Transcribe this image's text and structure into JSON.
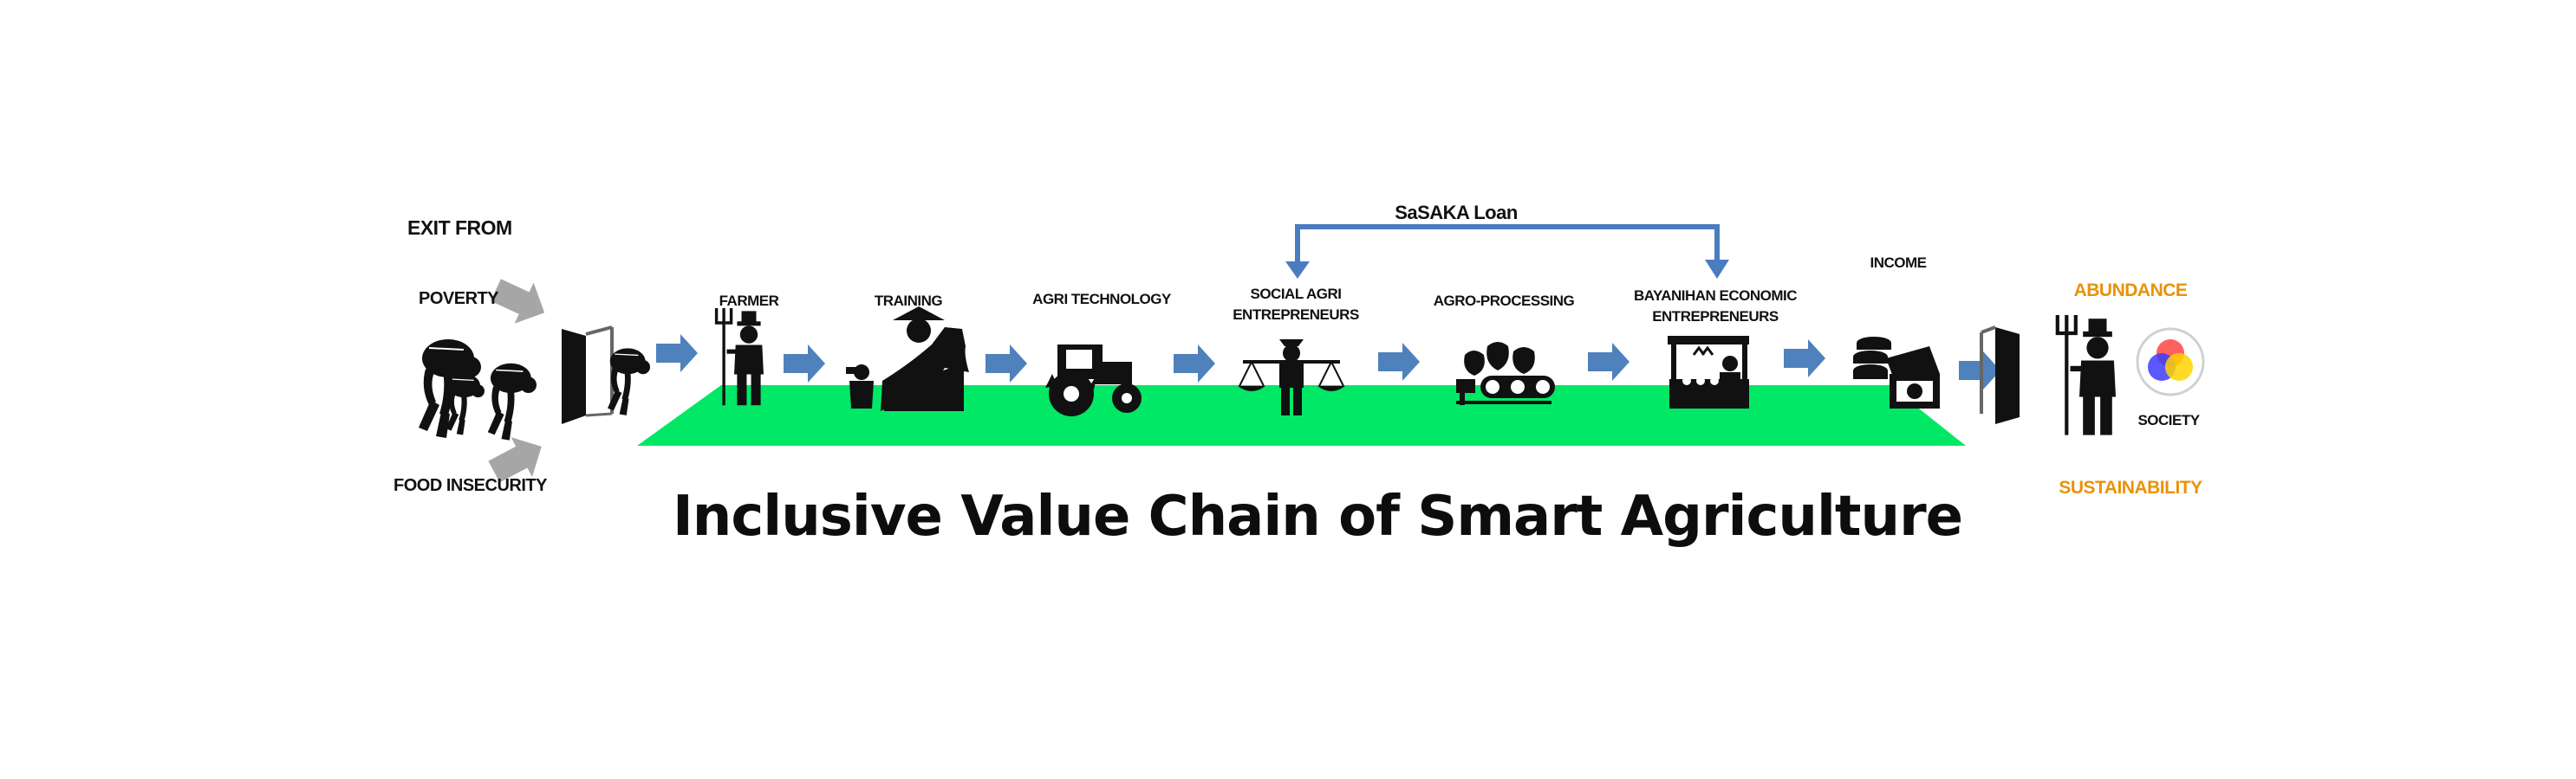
{
  "exit": {
    "heading": "EXIT FROM",
    "poverty": "POVERTY",
    "food_insecurity": "FOOD INSECURITY"
  },
  "loan": {
    "label": "SaSAKA Loan"
  },
  "chain": {
    "farmer": "FARMER",
    "training": "TRAINING",
    "agri_technology": "AGRI TECHNOLOGY",
    "social_agri_line1": "SOCIAL AGRI",
    "social_agri_line2": "ENTREPRENEURS",
    "agro_processing": "AGRO-PROCESSING",
    "bayanihan_line1": "BAYANIHAN ECONOMIC",
    "bayanihan_line2": "ENTREPRENEURS",
    "income": "INCOME"
  },
  "outcome": {
    "abundance": "ABUNDANCE",
    "society": "SOCIETY",
    "sustainability": "SUSTAINABILITY"
  },
  "title": "Inclusive Value Chain of Smart Agriculture",
  "colors": {
    "platform": "#00e866",
    "flow_arrow": "#4f81bd",
    "exit_arrow": "#a6a6a6",
    "outcome_text": "#e8920c",
    "loan_line": "#4a7cc0"
  },
  "icons": [
    "bent-person-icon",
    "door-icon",
    "farmer-icon",
    "training-icon",
    "tractor-icon",
    "scale-person-icon",
    "conveyor-icon",
    "market-stall-icon",
    "money-icon",
    "venn-icon"
  ]
}
